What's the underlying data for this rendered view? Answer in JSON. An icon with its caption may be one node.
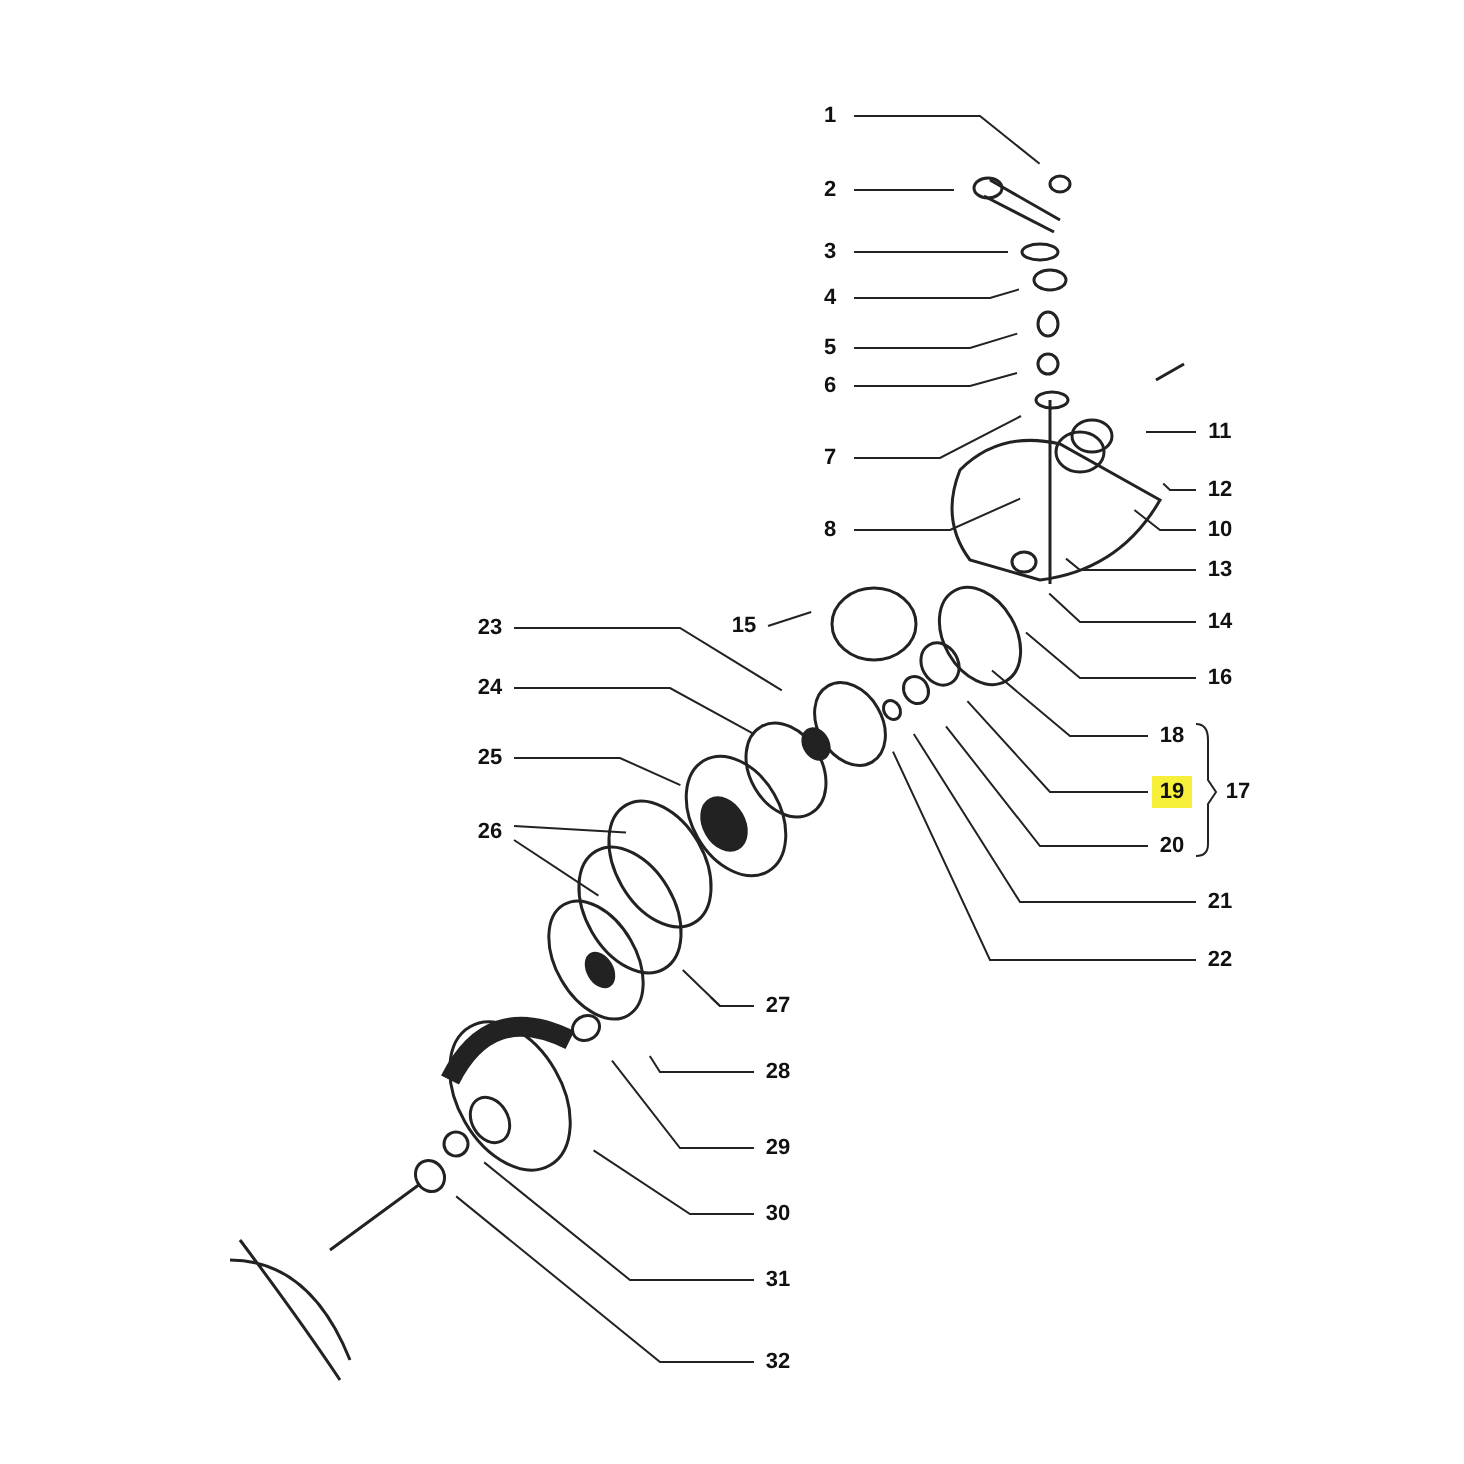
{
  "diagram": {
    "nodes": [
      {
        "text": [
          "1"
        ]
      },
      {
        "text": [
          "2"
        ]
      },
      {
        "text": [
          "3"
        ]
      },
      {
        "text": [
          "4"
        ]
      },
      {
        "text": [
          "5"
        ]
      },
      {
        "text": [
          "6"
        ]
      },
      {
        "text": [
          "7"
        ]
      },
      {
        "text": [
          "8"
        ]
      },
      {
        "text": [
          "10"
        ]
      },
      {
        "text": [
          "11"
        ]
      },
      {
        "text": [
          "12"
        ]
      },
      {
        "text": [
          "13"
        ]
      },
      {
        "text": [
          "14"
        ]
      },
      {
        "text": [
          "15"
        ]
      },
      {
        "text": [
          "16"
        ]
      },
      {
        "text": [
          "18"
        ]
      },
      {
        "text": [
          "19"
        ]
      },
      {
        "text": [
          "20"
        ]
      },
      {
        "text": [
          "21"
        ]
      },
      {
        "text": [
          "22"
        ]
      },
      {
        "text": [
          "23"
        ]
      },
      {
        "text": [
          "24"
        ]
      },
      {
        "text": [
          "25"
        ]
      },
      {
        "text": [
          "26"
        ]
      },
      {
        "text": [
          "27"
        ]
      },
      {
        "text": [
          "28"
        ]
      },
      {
        "text": [
          "29"
        ]
      },
      {
        "text": [
          "30"
        ]
      },
      {
        "text": [
          "31"
        ]
      },
      {
        "text": [
          "32"
        ]
      }
    ],
    "edges": [
      {
        "from": 0,
        "to": null,
        "arrow": "none"
      },
      {
        "from": 1,
        "to": null,
        "arrow": "none"
      },
      {
        "from": 2,
        "to": null,
        "arrow": "none"
      },
      {
        "from": 3,
        "to": null,
        "arrow": "none"
      },
      {
        "from": 4,
        "to": null,
        "arrow": "none"
      },
      {
        "from": 5,
        "to": null,
        "arrow": "none"
      },
      {
        "from": 6,
        "to": null,
        "arrow": "none"
      },
      {
        "from": 7,
        "to": null,
        "arrow": "none"
      },
      {
        "from": 8,
        "to": null,
        "arrow": "none"
      },
      {
        "from": 9,
        "to": null,
        "arrow": "none"
      },
      {
        "from": 10,
        "to": null,
        "arrow": "none"
      },
      {
        "from": 11,
        "to": null,
        "arrow": "none"
      },
      {
        "from": 12,
        "to": null,
        "arrow": "none"
      },
      {
        "from": 13,
        "to": null,
        "arrow": "none"
      },
      {
        "from": 14,
        "to": null,
        "arrow": "none"
      },
      {
        "from": 15,
        "to": null,
        "arrow": "none"
      },
      {
        "from": 16,
        "to": null,
        "arrow": "none"
      },
      {
        "from": 17,
        "to": null,
        "arrow": "none"
      },
      {
        "from": 18,
        "to": null,
        "arrow": "none"
      },
      {
        "from": 19,
        "to": null,
        "arrow": "none"
      },
      {
        "from": 20,
        "to": null,
        "arrow": "none"
      },
      {
        "from": 21,
        "to": null,
        "arrow": "none"
      },
      {
        "from": 22,
        "to": null,
        "arrow": "none"
      },
      {
        "from": 23,
        "to": null,
        "arrow": "none"
      },
      {
        "from": 23,
        "to": null,
        "arrow": "none"
      },
      {
        "from": 24,
        "to": null,
        "arrow": "none"
      },
      {
        "from": 24,
        "to": null,
        "arrow": "none"
      },
      {
        "from": 25,
        "to": null,
        "arrow": "none"
      },
      {
        "from": 26,
        "to": null,
        "arrow": "none"
      },
      {
        "from": 27,
        "to": null,
        "arrow": "none"
      },
      {
        "from": 28,
        "to": null,
        "arrow": "none"
      },
      {
        "from": 29,
        "to": null,
        "arrow": "none"
      }
    ],
    "labels": [
      "17"
    ]
  }
}
